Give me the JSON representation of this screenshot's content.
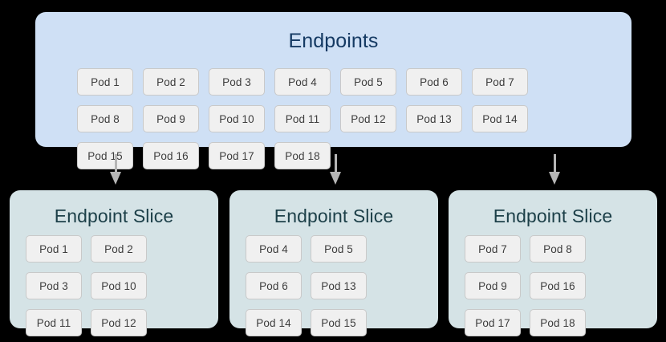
{
  "diagram": {
    "title_colors": {
      "endpoints_text": "#153a63",
      "endpoints_bg": "#cfe0f5",
      "slice_text": "#1d4049",
      "slice_bg": "#d5e3e6",
      "pod_bg": "#f0f0f0",
      "pod_border": "#c9c9c9",
      "pod_text": "#3d3d3d",
      "arrow": "#b6b6b6",
      "page_bg": "#000000"
    },
    "endpoints": {
      "title": "Endpoints",
      "pods": [
        "Pod 1",
        "Pod 2",
        "Pod 3",
        "Pod 4",
        "Pod 5",
        "Pod 6",
        "Pod 7",
        "Pod 8",
        "Pod 9",
        "Pod 10",
        "Pod 11",
        "Pod 12",
        "Pod 13",
        "Pod 14",
        "Pod 15",
        "Pod 16",
        "Pod 17",
        "Pod 18"
      ]
    },
    "arrows": [
      {
        "name": "arrow-to-slice-1"
      },
      {
        "name": "arrow-to-slice-2"
      },
      {
        "name": "arrow-to-slice-3"
      }
    ],
    "slices": [
      {
        "title": "Endpoint Slice",
        "pods": [
          "Pod 1",
          "Pod 2",
          "Pod 3",
          "Pod 10",
          "Pod 11",
          "Pod 12"
        ]
      },
      {
        "title": "Endpoint Slice",
        "pods": [
          "Pod 4",
          "Pod 5",
          "Pod 6",
          "Pod 13",
          "Pod 14",
          "Pod 15"
        ]
      },
      {
        "title": "Endpoint Slice",
        "pods": [
          "Pod 7",
          "Pod 8",
          "Pod 9",
          "Pod 16",
          "Pod 17",
          "Pod 18"
        ]
      }
    ]
  }
}
